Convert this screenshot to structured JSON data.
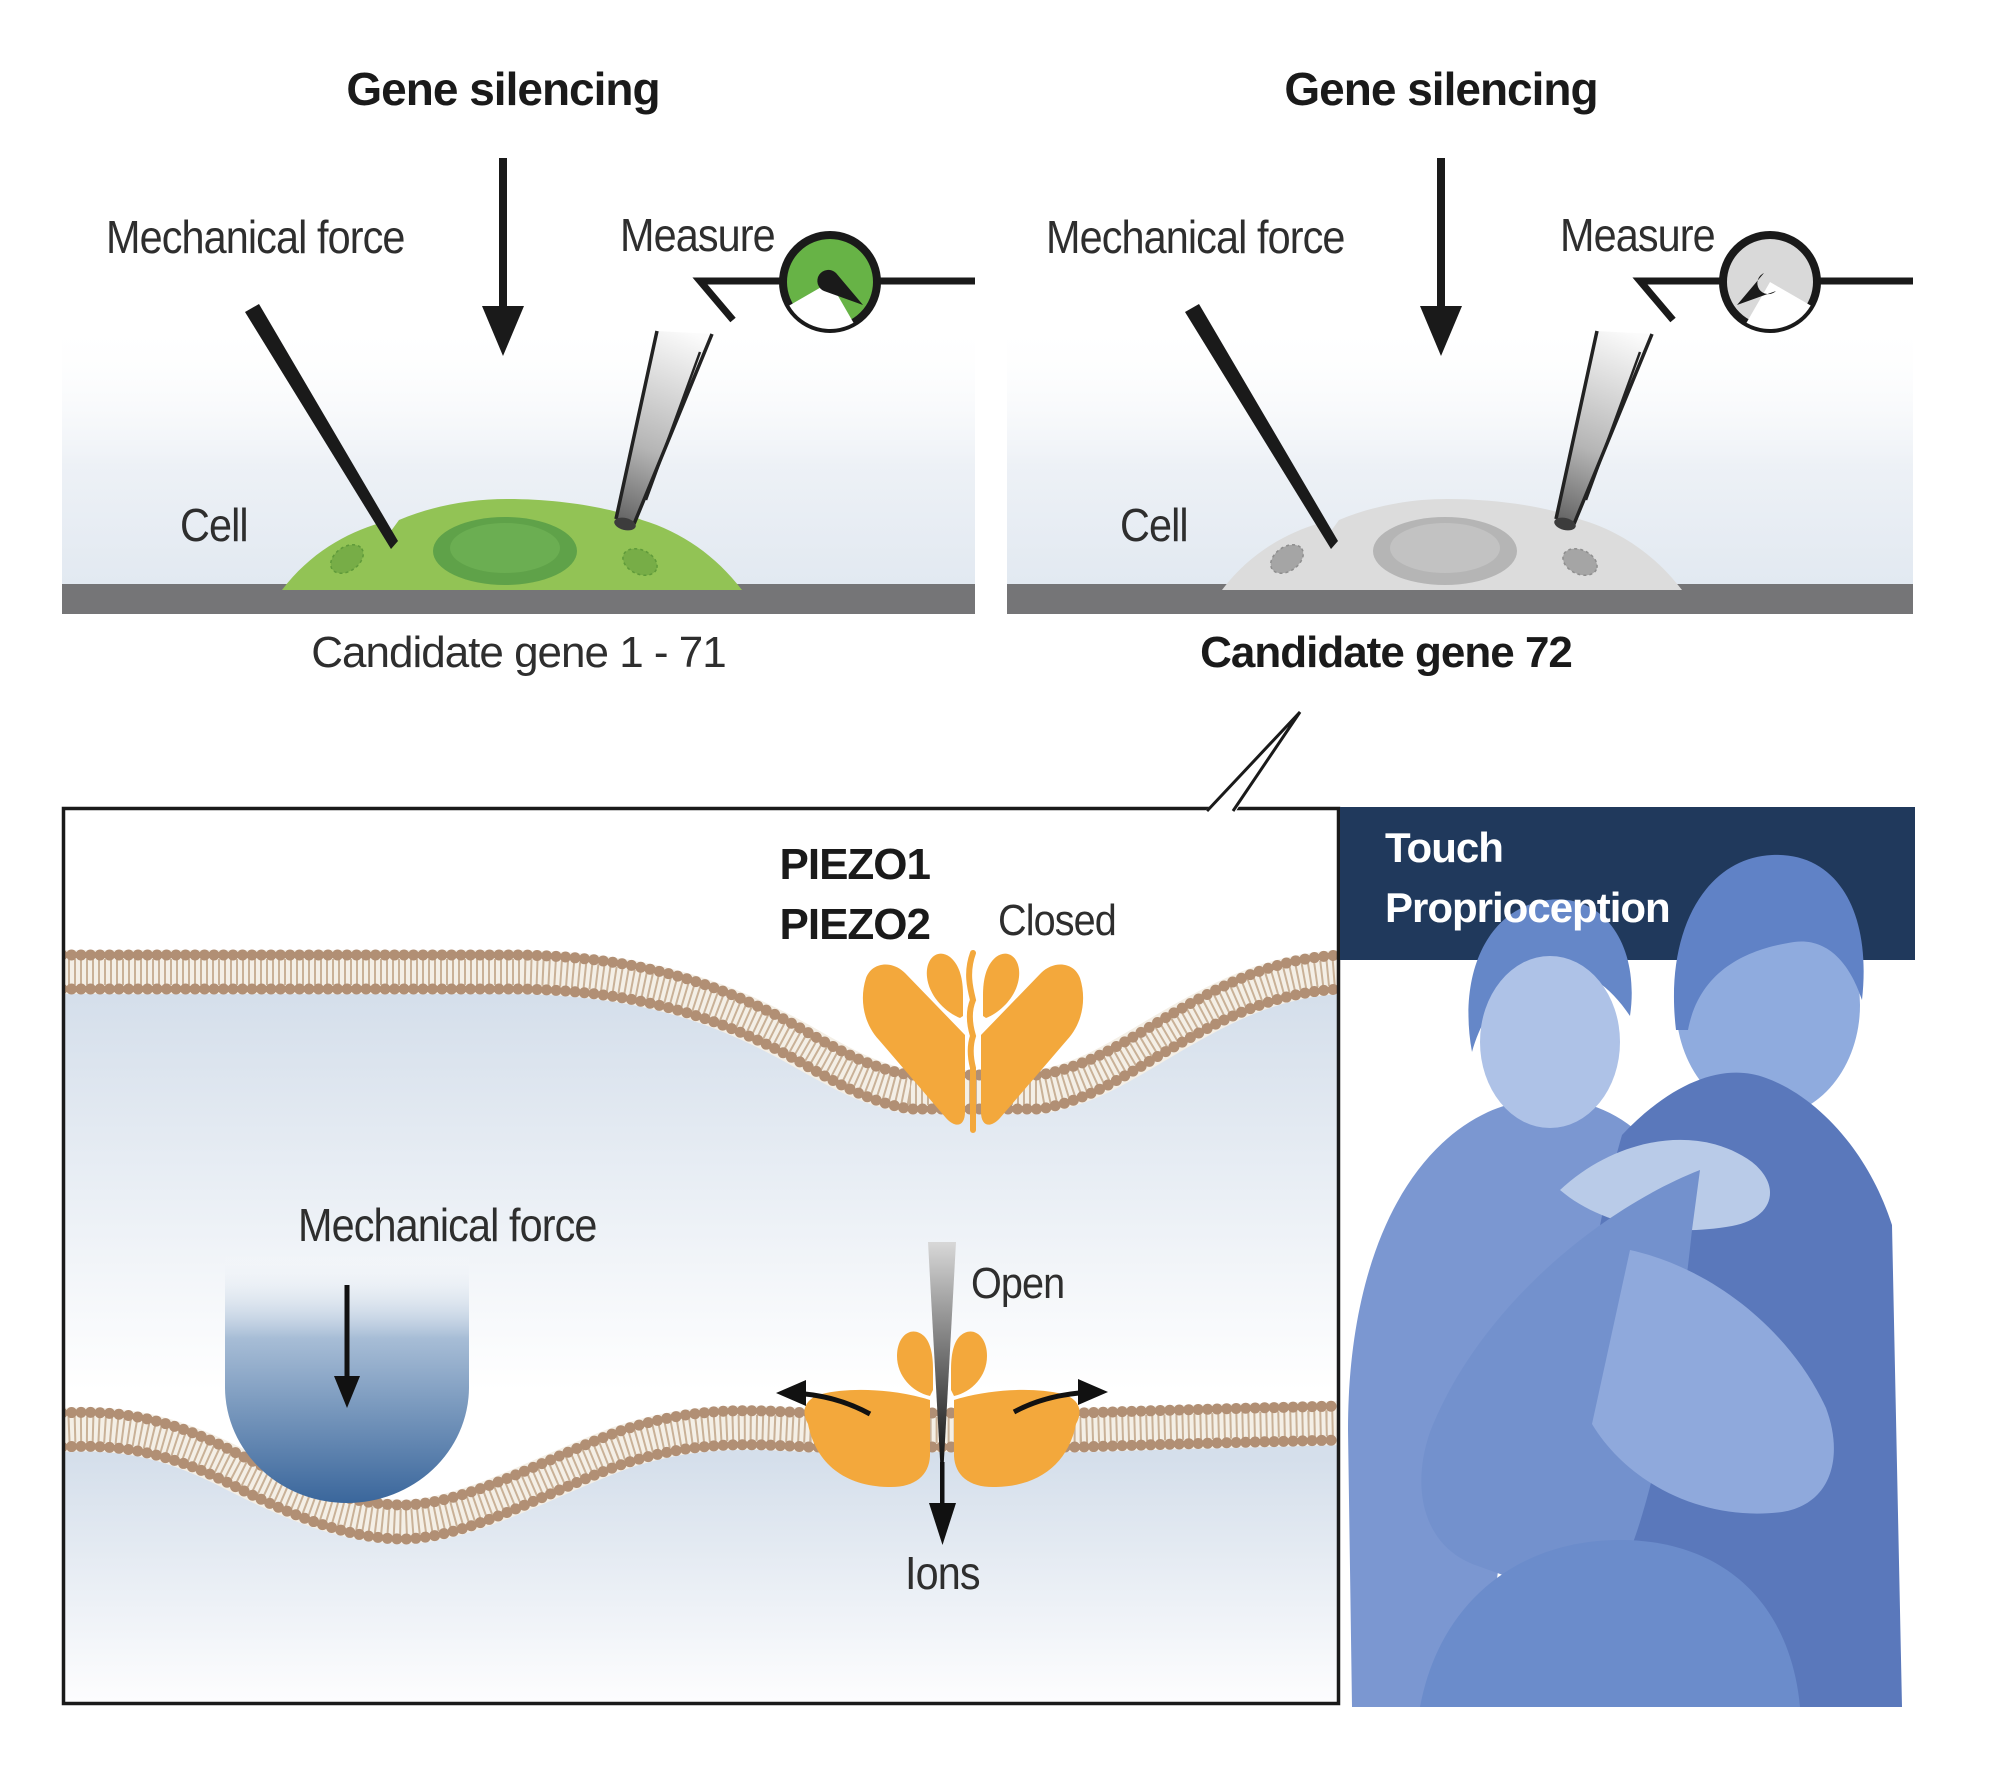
{
  "panel_left": {
    "title": "Gene silencing",
    "mechanical_force_label": "Mechanical force",
    "measure_label": "Measure",
    "cell_label": "Cell",
    "caption": "Candidate gene 1 - 71"
  },
  "panel_right": {
    "title": "Gene silencing",
    "mechanical_force_label": "Mechanical force",
    "measure_label": "Measure",
    "cell_label": "Cell",
    "caption": "Candidate gene 72"
  },
  "main_panel": {
    "piezo1": "PIEZO1",
    "piezo2": "PIEZO2",
    "closed_label": "Closed",
    "mechanical_force_label": "Mechanical force",
    "open_label": "Open",
    "ions_label": "Ions"
  },
  "touch_panel": {
    "line1": "Touch",
    "line2": "Proprioception"
  },
  "icons": {
    "left_gauge": "green-gauge-meter-icon",
    "right_gauge": "gray-gauge-meter-icon",
    "probe": "mechanical-probe-icon",
    "pipette": "measurement-pipette-icon",
    "channel_closed": "piezo-channel-closed-icon",
    "channel_open": "piezo-channel-open-icon",
    "people": "hugging-people-illustration"
  },
  "colors": {
    "green": "#67b346",
    "orange": "#f3a83c",
    "navy": "#20395c",
    "bar-gray": "#757577",
    "cell-green": "#92c355",
    "cell-green-nucleus": "#5fa249",
    "cell-gray": "#dcdcdc",
    "cell-gray-nucleus": "#b5b5b5",
    "membrane-bead": "#b18f74",
    "membrane-tail": "#c9b197",
    "membrane-band": "#f4efe6",
    "steel-blue": "#3b679c",
    "interior-blue": "#d5dfeb",
    "people-dark": "#5a78bb",
    "people-mid": "#7391cd",
    "people-back": "#7b97d1",
    "people-armlight": "#8fa9dc",
    "people-skin-sm": "#aec2e7",
    "people-skin-tall": "#8fabde",
    "people-hair": "#6587c8",
    "people-hair-tall": "#6082c6",
    "people-forearm": "#b9cbe8",
    "ink": "#1a1a1a"
  }
}
